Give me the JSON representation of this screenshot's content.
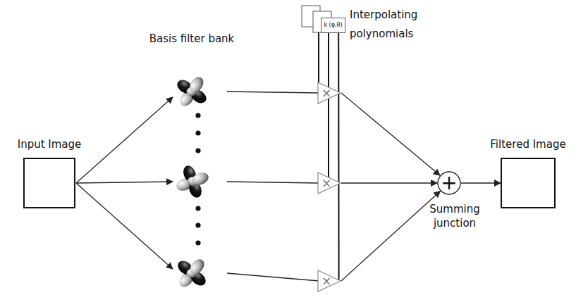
{
  "diagram": {
    "nodes": [
      {
        "text": [
          "Input Image"
        ]
      },
      {
        "text": [
          "k (φ,θ)",
          "Interpolating polynomials"
        ]
      },
      {
        "text": [
          "×"
        ]
      },
      {
        "text": [
          "×"
        ]
      },
      {
        "text": [
          "×"
        ]
      },
      {
        "text": [
          "+",
          "Summing junction"
        ]
      },
      {
        "text": [
          "Filtered Image"
        ]
      }
    ],
    "edges": [
      {
        "from": 1,
        "to": 4,
        "arrow": "none"
      },
      {
        "from": 2,
        "to": 5,
        "arrow": "to"
      },
      {
        "from": 3,
        "to": 5,
        "arrow": "to"
      },
      {
        "from": 4,
        "to": 5,
        "arrow": "to"
      },
      {
        "from": 5,
        "to": 6,
        "arrow": "to"
      }
    ],
    "labels": [
      "Basis filter bank"
    ]
  }
}
